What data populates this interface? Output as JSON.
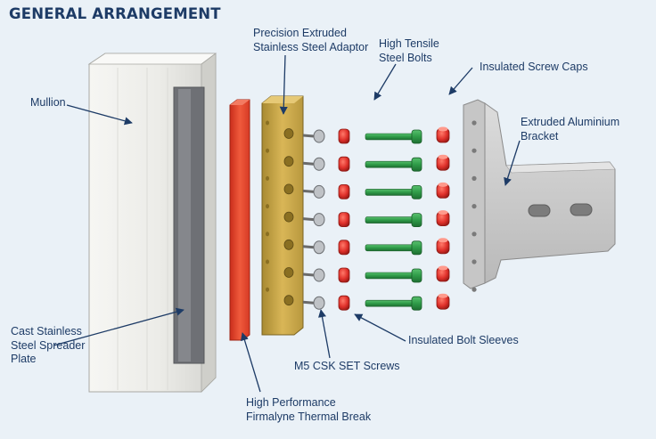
{
  "title": "GENERAL ARRANGEMENT",
  "labels": {
    "mullion": "Mullion",
    "adaptor": [
      "Precision Extruded",
      "Stainless Steel Adaptor"
    ],
    "bolts": [
      "High Tensile",
      "Steel Bolts"
    ],
    "screw_caps": "Insulated Screw Caps",
    "bracket": [
      "Extruded Aluminium",
      "Bracket"
    ],
    "spreader": [
      "Cast Stainless",
      "Steel Spreader",
      "Plate"
    ],
    "bolt_sleeves": "Insulated Bolt Sleeves",
    "set_screws": "M5 CSK SET Screws",
    "thermal_break": [
      "High Performance",
      "Firmalyne Thermal Break"
    ]
  },
  "colors": {
    "background": "#eaf1f7",
    "label_text": "#1d3b66",
    "leader_line": "#1d3b66",
    "thermal_break": "#e8442c",
    "adaptor": "#c9a545",
    "bolt": "#2f9b48",
    "cap": "#e0312b",
    "mullion": "#e6e6e2",
    "bracket": "#cbcbcb"
  },
  "counts": {
    "fixing_rows": 7
  }
}
